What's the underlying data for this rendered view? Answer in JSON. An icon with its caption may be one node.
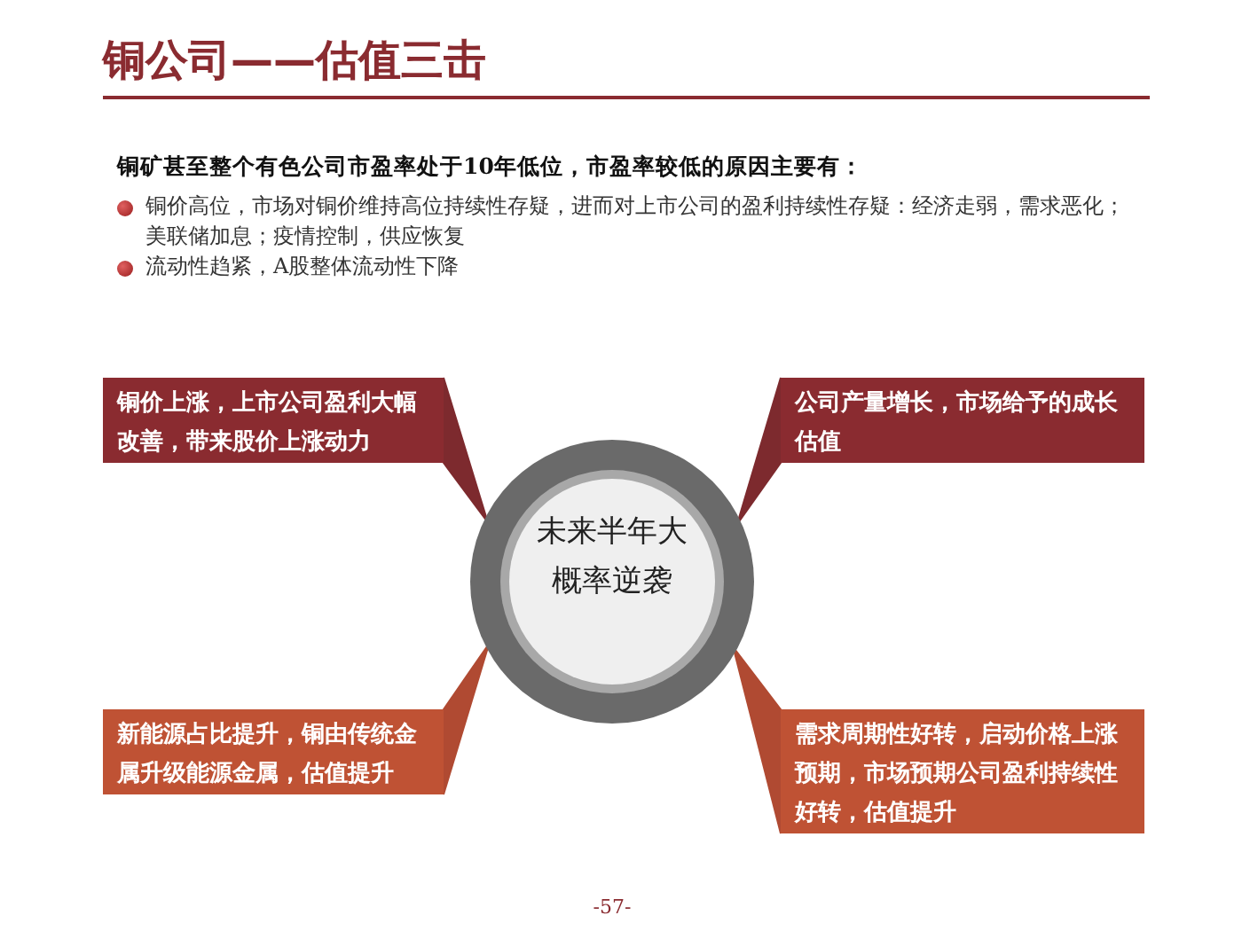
{
  "diagram": {
    "title": "铜公司——估值三击",
    "nodes": [
      {
        "text": [
          "铜价上涨，上市公司盈利大幅改善，带来股价上涨动力"
        ]
      },
      {
        "text": [
          "公司产量增长，市场给予的成长估值"
        ]
      },
      {
        "text": [
          "未来半年大概率逆袭"
        ]
      },
      {
        "text": [
          "新能源占比提升，铜由传统金属升级能源金属，估值提升"
        ]
      },
      {
        "text": [
          "需求周期性好转，启动价格上涨预期，市场预期公司盈利持续性好转，估值提升"
        ]
      }
    ],
    "edges": [
      {
        "from": 0,
        "to": 2,
        "arrow": "none",
        "color": "#7d2a2e"
      },
      {
        "from": 1,
        "to": 2,
        "arrow": "none",
        "color": "#7d2a2e"
      },
      {
        "from": 3,
        "to": 2,
        "arrow": "none",
        "color": "#b04a32"
      },
      {
        "from": 4,
        "to": 2,
        "arrow": "none",
        "color": "#b04a32"
      }
    ],
    "labels": [
      "铜矿甚至整个有色公司市盈率处于10年低位，市盈率较低的原因主要有：",
      "铜价高位，市场对铜价维持高位持续性存疑，进而对上市公司的盈利持续性存疑：经济走弱，需求恶化；美联储加息；疫情控制，供应恢复",
      "流动性趋紧，A股整体流动性下降",
      "-57-"
    ]
  }
}
